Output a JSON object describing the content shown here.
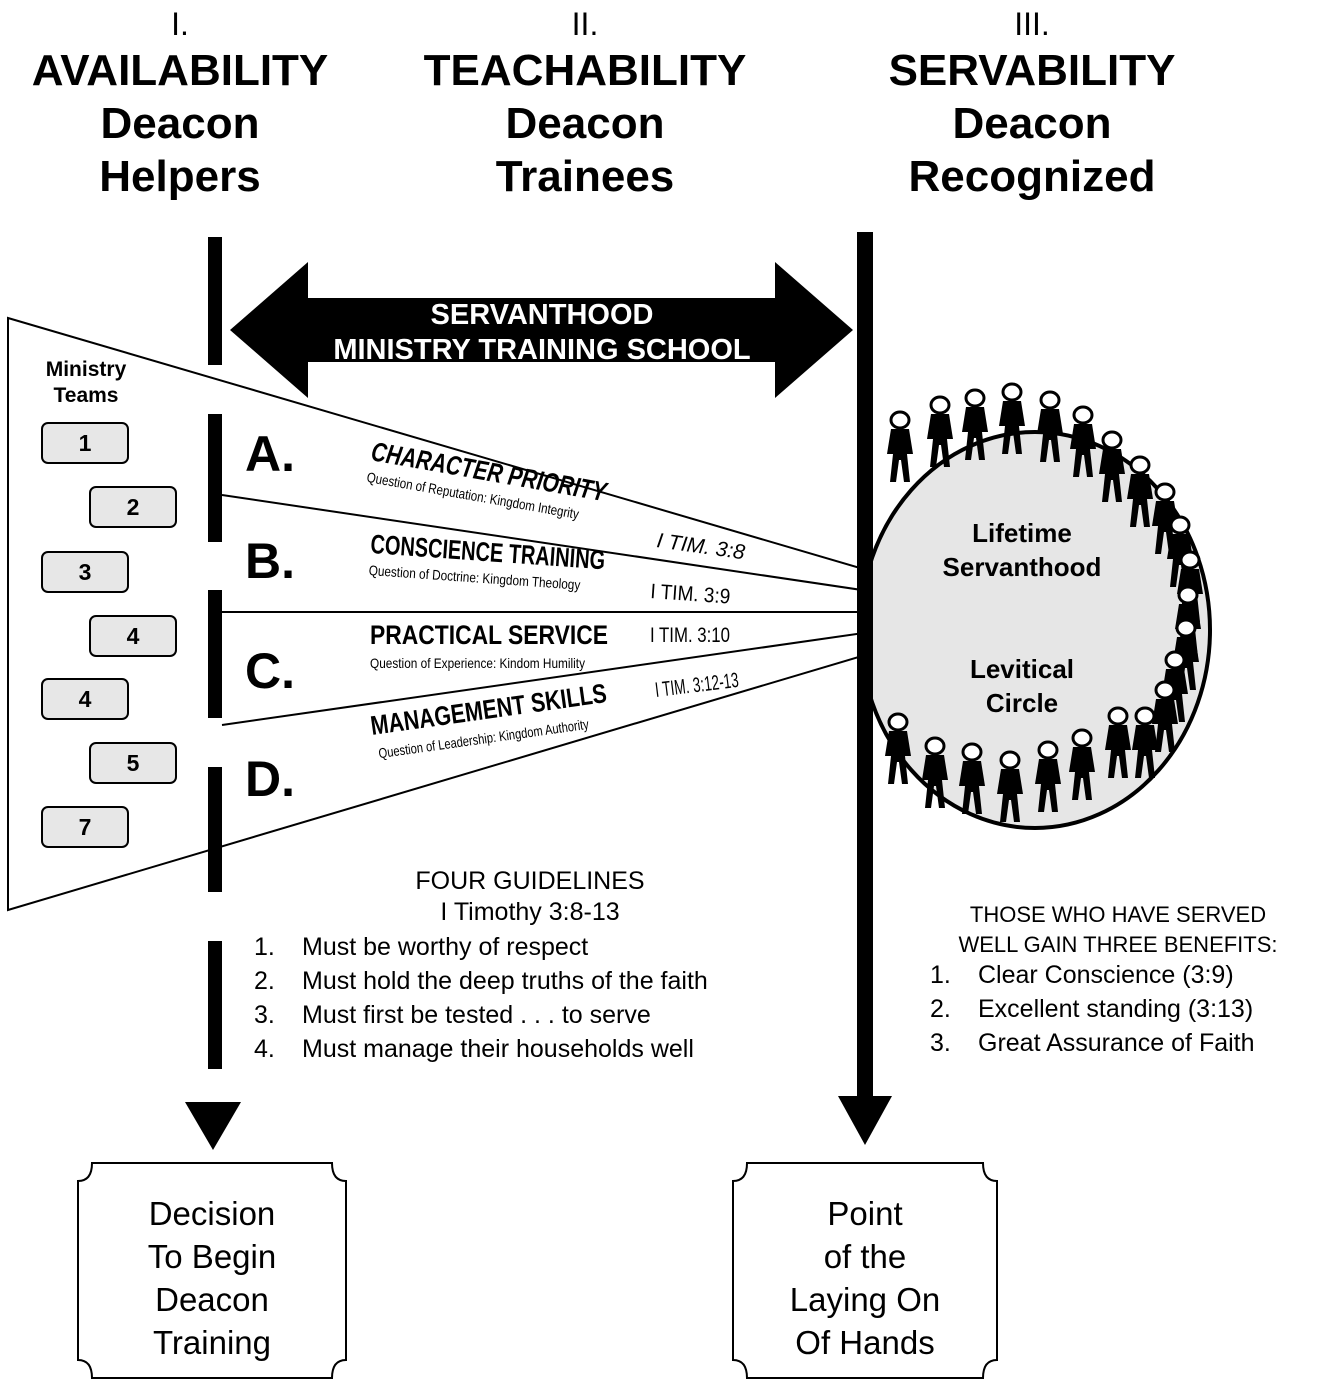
{
  "columns": [
    {
      "num": "I.",
      "line1": "AVAILABILITY",
      "line2": "Deacon",
      "line3": "Helpers"
    },
    {
      "num": "II.",
      "line1": "TEACHABILITY",
      "line2": "Deacon",
      "line3": "Trainees"
    },
    {
      "num": "III.",
      "line1": "SERVABILITY",
      "line2": "Deacon",
      "line3": "Recognized"
    }
  ],
  "school": {
    "line1": "SERVANTHOOD",
    "line2": "MINISTRY TRAINING SCHOOL"
  },
  "ministry_teams": {
    "label_line1": "Ministry",
    "label_line2": "Teams",
    "teams": [
      "1",
      "2",
      "3",
      "4",
      "4",
      "5",
      "7"
    ]
  },
  "stages": [
    {
      "letter": "A.",
      "title": "CHARACTER PRIORITY",
      "subtitle": "Question of Reputation: Kingdom Integrity",
      "ref": "I TIM. 3:8"
    },
    {
      "letter": "B.",
      "title": "CONSCIENCE TRAINING",
      "subtitle": "Question of Doctrine: Kingdom Theology",
      "ref": "I TIM. 3:9"
    },
    {
      "letter": "C.",
      "title": "PRACTICAL SERVICE",
      "subtitle": "Question of Experience: Kindom Humility",
      "ref": "I TIM. 3:10"
    },
    {
      "letter": "D.",
      "title": "MANAGEMENT SKILLS",
      "subtitle": "Question of Leadership: Kingdom Authority",
      "ref": "I TIM. 3:12-13"
    }
  ],
  "circle": {
    "line1": "Lifetime",
    "line2": "Servanthood",
    "line3": "Levitical",
    "line4": "Circle"
  },
  "guidelines": {
    "title": "FOUR GUIDELINES",
    "subtitle": "I Timothy 3:8-13",
    "items": [
      {
        "n": "1.",
        "text": "Must be worthy of respect"
      },
      {
        "n": "2.",
        "text": "Must hold the deep truths of the faith"
      },
      {
        "n": "3.",
        "text": "Must first be tested . . . to serve"
      },
      {
        "n": "4.",
        "text": "Must manage their households well"
      }
    ]
  },
  "benefits": {
    "title_line1": "THOSE WHO HAVE SERVED",
    "title_line2": "WELL GAIN THREE BENEFITS:",
    "items": [
      {
        "n": "1.",
        "text": "Clear Conscience (3:9)"
      },
      {
        "n": "2.",
        "text": "Excellent standing (3:13)"
      },
      {
        "n": "3.",
        "text": "Great Assurance of Faith"
      }
    ]
  },
  "boxes": [
    {
      "lines": [
        "Decision",
        "To Begin",
        "Deacon",
        "Training"
      ]
    },
    {
      "lines": [
        "Point",
        "of the",
        "Laying On",
        "Of Hands"
      ]
    }
  ],
  "colors": {
    "ink": "#000000",
    "team_fill": "#e7e7e7",
    "circle_fill": "#e6e6e6",
    "background": "#ffffff"
  }
}
